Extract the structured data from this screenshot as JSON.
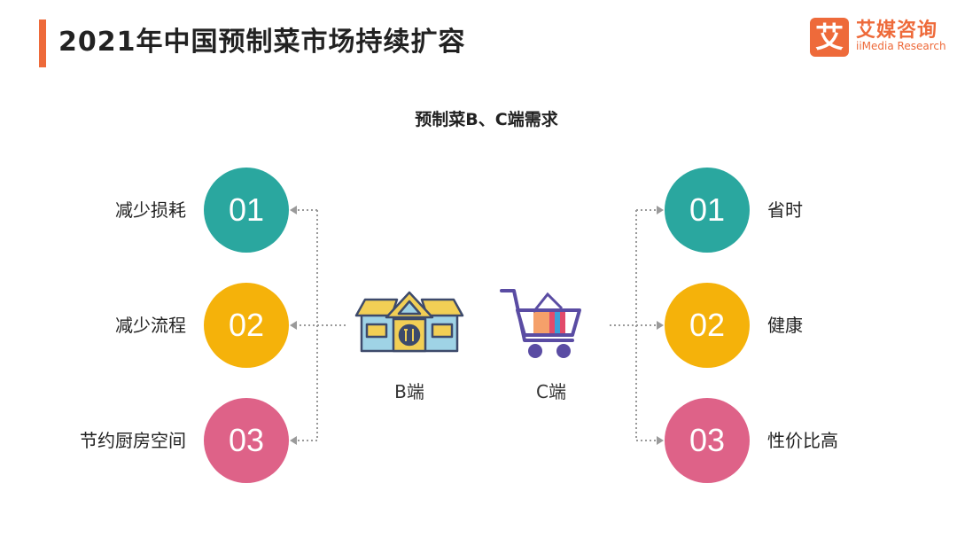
{
  "header": {
    "title": "2021年中国预制菜市场持续扩容",
    "logo_mark": "艾",
    "logo_cn": "艾媒咨询",
    "logo_en": "iiMedia Research"
  },
  "diagram": {
    "subtitle": "预制菜B、C端需求",
    "b_side": {
      "caption": "B端",
      "icon": "restaurant-building-icon",
      "items": [
        {
          "num": "01",
          "label": "减少损耗",
          "color": "#2aa79f"
        },
        {
          "num": "02",
          "label": "减少流程",
          "color": "#f5b20a"
        },
        {
          "num": "03",
          "label": "节约厨房空间",
          "color": "#de6288"
        }
      ]
    },
    "c_side": {
      "caption": "C端",
      "icon": "shopping-cart-icon",
      "items": [
        {
          "num": "01",
          "label": "省时",
          "color": "#2aa79f"
        },
        {
          "num": "02",
          "label": "健康",
          "color": "#f5b20a"
        },
        {
          "num": "03",
          "label": "性价比高",
          "color": "#de6288"
        }
      ]
    }
  }
}
